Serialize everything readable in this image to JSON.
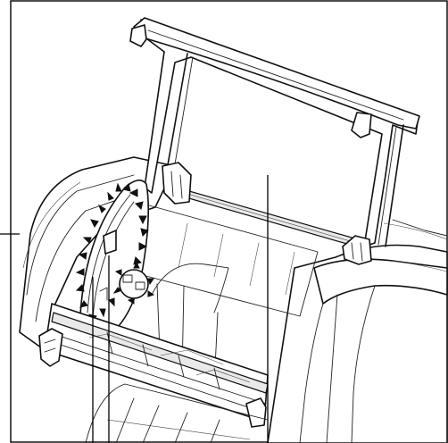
{
  "diagram": {
    "colors": {
      "line": "#111111",
      "background": "#ffffff",
      "shade": "#e9e9e9"
    },
    "callouts": [
      {
        "id": "callout-left-edge"
      },
      {
        "id": "callout-bottom-1"
      },
      {
        "id": "callout-bottom-2"
      },
      {
        "id": "callout-bottom-3"
      }
    ]
  }
}
